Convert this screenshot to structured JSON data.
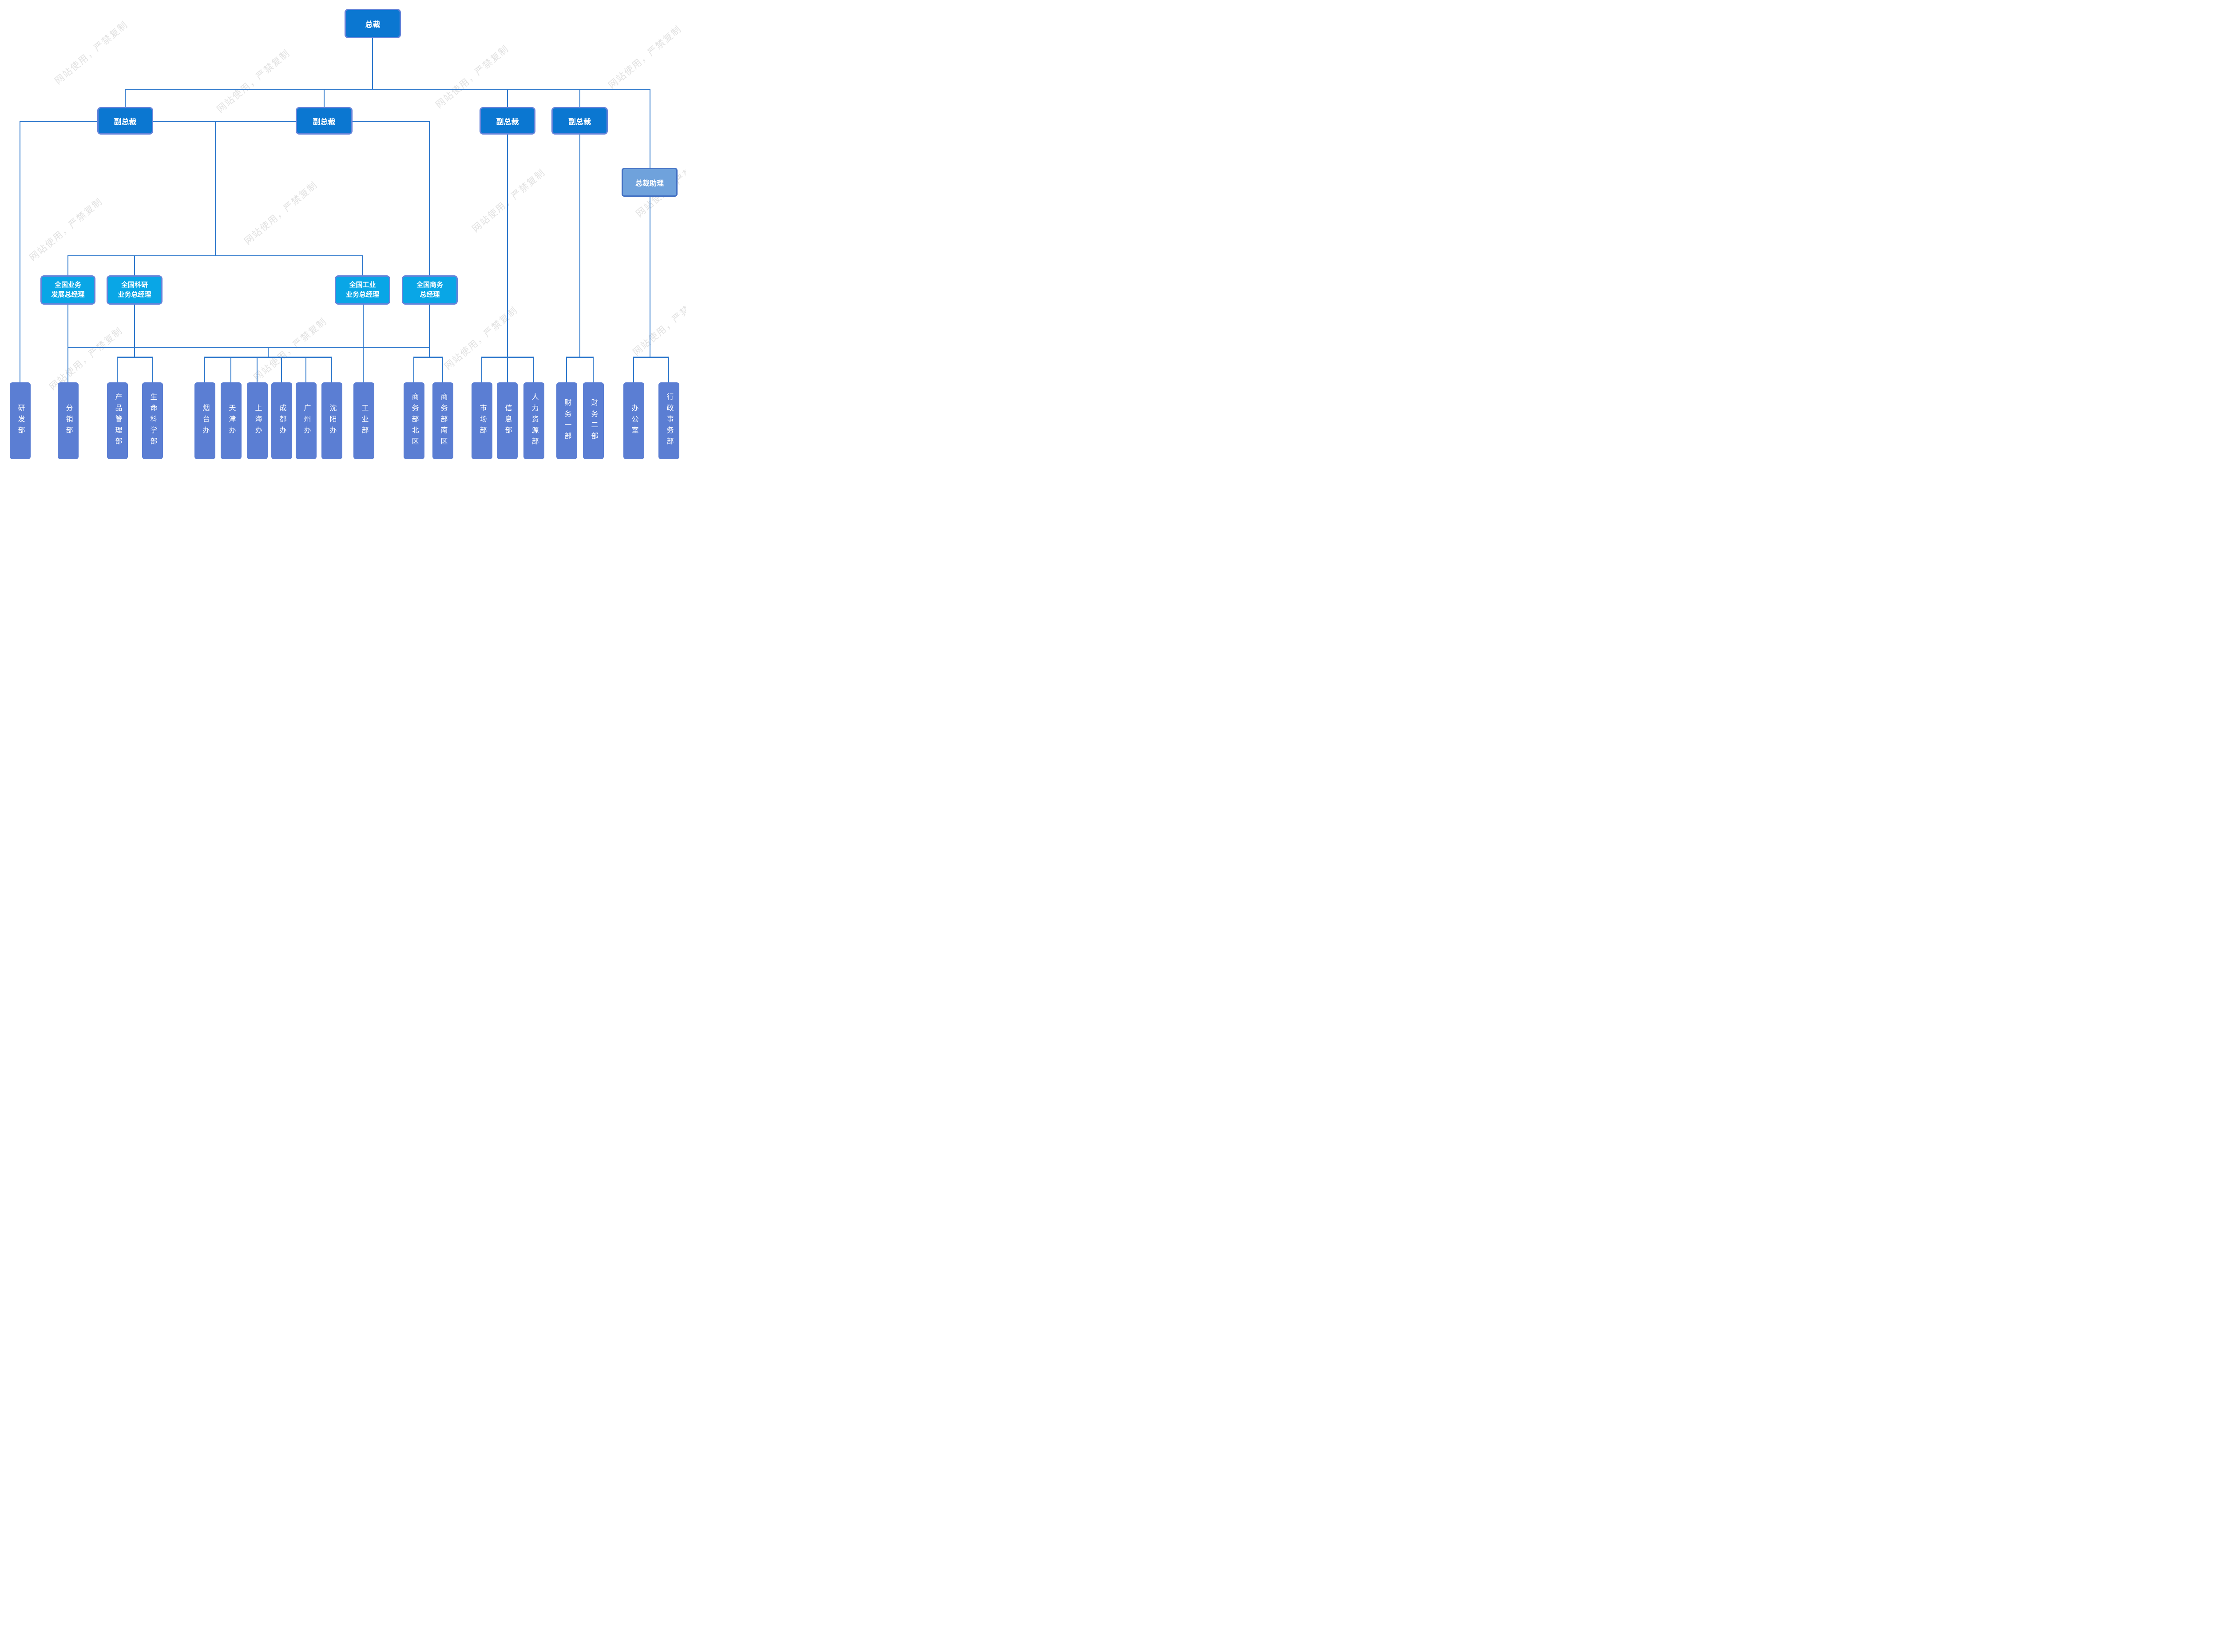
{
  "watermark": {
    "text": "网站使用，严禁复制"
  },
  "colors": {
    "exec_box_fill": "#0B77D1",
    "exec_box_border": "#6583D9",
    "gm_box_fill": "#09A6E6",
    "assistant_box_fill": "#6FA2DC",
    "assistant_box_border": "#4472C4",
    "dept_box_fill": "#5B7ED3",
    "connector_line": "#2E78CC",
    "watermark_text": "#E2E2E2",
    "node_text": "#FFFFFF"
  },
  "org": {
    "president": "总裁",
    "vice_presidents": [
      "副总裁",
      "副总裁",
      "副总裁",
      "副总裁"
    ],
    "assistant": "总裁助理",
    "general_managers": [
      "全国业务\n发展总经理",
      "全国科研\n业务总经理",
      "全国工业\n业务总经理",
      "全国商务\n总经理"
    ],
    "departments": [
      "研发部",
      "分销部",
      "产品管理部",
      "生命科学部",
      "烟台办",
      "天津办",
      "上海办",
      "成都办",
      "广州办",
      "沈阳办",
      "工业部",
      "商务部北区",
      "商务部南区",
      "市场部",
      "信息部",
      "人力资源部",
      "财务一部",
      "财务二部",
      "办公室",
      "行政事务部"
    ]
  }
}
